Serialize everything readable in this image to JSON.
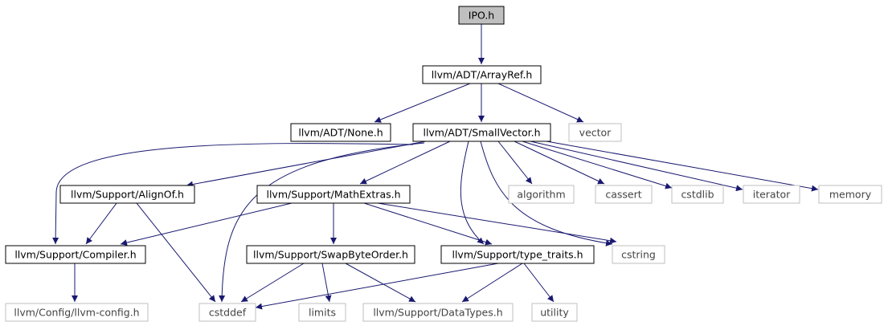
{
  "colors": {
    "edge": "#191970",
    "root_fill": "#bfbfbf",
    "header_border": "#000000",
    "system_border": "#bfbfbf",
    "background": "#ffffff"
  },
  "nodes": [
    {
      "id": "ipo",
      "label": "IPO.h",
      "kind": "root"
    },
    {
      "id": "arrayref",
      "label": "llvm/ADT/ArrayRef.h",
      "kind": "header"
    },
    {
      "id": "none",
      "label": "llvm/ADT/None.h",
      "kind": "header"
    },
    {
      "id": "smallvector",
      "label": "llvm/ADT/SmallVector.h",
      "kind": "header"
    },
    {
      "id": "vector",
      "label": "vector",
      "kind": "system"
    },
    {
      "id": "alignof",
      "label": "llvm/Support/AlignOf.h",
      "kind": "header"
    },
    {
      "id": "mathextras",
      "label": "llvm/Support/MathExtras.h",
      "kind": "header"
    },
    {
      "id": "algorithm",
      "label": "algorithm",
      "kind": "system"
    },
    {
      "id": "cassert",
      "label": "cassert",
      "kind": "system"
    },
    {
      "id": "cstdlib",
      "label": "cstdlib",
      "kind": "system"
    },
    {
      "id": "iterator",
      "label": "iterator",
      "kind": "system"
    },
    {
      "id": "memory",
      "label": "memory",
      "kind": "system"
    },
    {
      "id": "compiler",
      "label": "llvm/Support/Compiler.h",
      "kind": "header"
    },
    {
      "id": "swapbyteorder",
      "label": "llvm/Support/SwapByteOrder.h",
      "kind": "header"
    },
    {
      "id": "typetraits",
      "label": "llvm/Support/type_traits.h",
      "kind": "header"
    },
    {
      "id": "cstring",
      "label": "cstring",
      "kind": "system"
    },
    {
      "id": "llvmconfig",
      "label": "llvm/Config/llvm-config.h",
      "kind": "system"
    },
    {
      "id": "cstddef",
      "label": "cstddef",
      "kind": "system"
    },
    {
      "id": "limits",
      "label": "limits",
      "kind": "system"
    },
    {
      "id": "datatypes",
      "label": "llvm/Support/DataTypes.h",
      "kind": "system"
    },
    {
      "id": "utility",
      "label": "utility",
      "kind": "system"
    }
  ],
  "edges": [
    {
      "from": "ipo",
      "to": "arrayref"
    },
    {
      "from": "arrayref",
      "to": "none"
    },
    {
      "from": "arrayref",
      "to": "smallvector"
    },
    {
      "from": "arrayref",
      "to": "vector"
    },
    {
      "from": "smallvector",
      "to": "compiler"
    },
    {
      "from": "smallvector",
      "to": "alignof"
    },
    {
      "from": "smallvector",
      "to": "cstddef"
    },
    {
      "from": "smallvector",
      "to": "mathextras"
    },
    {
      "from": "smallvector",
      "to": "algorithm"
    },
    {
      "from": "smallvector",
      "to": "cassert"
    },
    {
      "from": "smallvector",
      "to": "cstdlib"
    },
    {
      "from": "smallvector",
      "to": "iterator"
    },
    {
      "from": "smallvector",
      "to": "memory"
    },
    {
      "from": "smallvector",
      "to": "typetraits"
    },
    {
      "from": "smallvector",
      "to": "cstring"
    },
    {
      "from": "alignof",
      "to": "compiler"
    },
    {
      "from": "alignof",
      "to": "cstddef"
    },
    {
      "from": "mathextras",
      "to": "compiler"
    },
    {
      "from": "mathextras",
      "to": "swapbyteorder"
    },
    {
      "from": "mathextras",
      "to": "typetraits"
    },
    {
      "from": "mathextras",
      "to": "cstring"
    },
    {
      "from": "compiler",
      "to": "llvmconfig"
    },
    {
      "from": "swapbyteorder",
      "to": "cstddef"
    },
    {
      "from": "swapbyteorder",
      "to": "limits"
    },
    {
      "from": "swapbyteorder",
      "to": "datatypes"
    },
    {
      "from": "typetraits",
      "to": "cstddef"
    },
    {
      "from": "typetraits",
      "to": "datatypes"
    },
    {
      "from": "typetraits",
      "to": "utility"
    }
  ]
}
